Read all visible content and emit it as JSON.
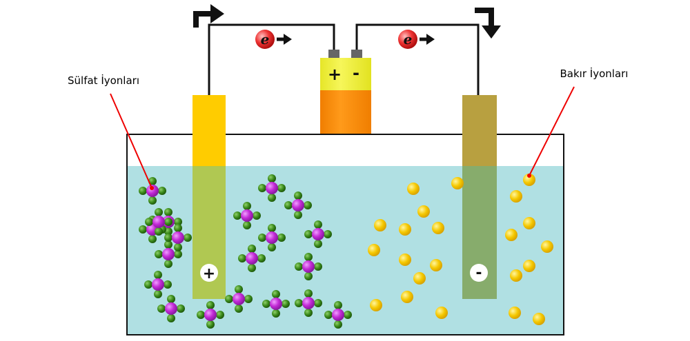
{
  "labels": {
    "sulfate_ions": "Sülfat İyonları",
    "copper_ions": "Bakır İyonları"
  },
  "battery": {
    "positive_terminal": "+",
    "negative_terminal": "-"
  },
  "electrodes": {
    "anode_sign": "+",
    "cathode_sign": "-"
  },
  "electron": {
    "symbol": "e"
  },
  "colors": {
    "electrolyte": "#b0e0e3",
    "anode": "#ffcc00",
    "cathode": "#b8a040",
    "battery_top": "#eeee33",
    "battery_bottom": "#ff8800",
    "sulfate_center": "#cc33dd",
    "sulfate_oxygen": "#3a8a1a",
    "copper_ion": "#f5c800",
    "pointer_line": "#ee0000",
    "electron": "#ee3333"
  },
  "sulfate_ion_count": 20,
  "copper_ion_count": 25
}
